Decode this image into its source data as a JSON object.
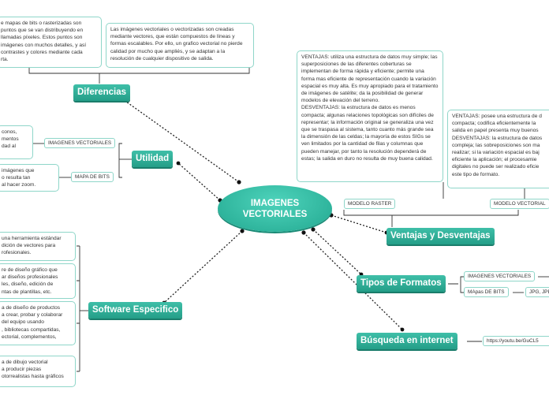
{
  "central": {
    "label": "IMAGENES\nVECTORIALES"
  },
  "diferencias": {
    "title": "Diferencias",
    "bitmap_text": "e mapas de bits o rasterizadas son\npuntos que se van distribuyendo en\n llamadas píxeles. Estos puntos son\nimágenes con muchos detalles, y así\n contrastes y colores mediante cada\nrta.",
    "vector_text": "Las imágenes vectoriales o vectorizadas son creadas mediante vectores, que están compuestos de líneas y formas escalables. Por ello, un grafico vectorial no pierde calidad por mucho que ampliés, y se adaptan a la resolución de cualquier dispositivo de salida."
  },
  "utilidad": {
    "title": "Utilidad",
    "vector_tag": "IMAGENES VECTORIALES",
    "bitmap_tag": "MAPA DE BITS",
    "vector_text": "conos,\nmentos\ndad al",
    "bitmap_text": "imágenes que\no resulta tan\nal hacer zoom."
  },
  "ventajas": {
    "title": "Ventajas y Desventajas",
    "raster_tag": "MODELO RASTER",
    "vector_tag": "MODELO VECTORIAL",
    "raster_text": "VENTAJAS: utiliza una estructura de datos muy simple; las superposiciones de las diferentes coberturas se implementan de forma rápida y eficiente; permite una forma mas eficiente de representación cuando la variación espacial es muy alta. Es muy apropiado para el tratamiento de imágenes de satélite; da la posibilidad de generar modelos de elevación del terreno.\nDESVENTAJAS: la estructura de datos es menos compacta; algunas relaciones topológicas  son difíciles de representar; la información original se generaliza una vez que se traspasa al sistema, tanto cuanto más grande sea la dimensión de las celdas; la mayoría de estos SIGs se ven limitados por la cantidad de filas y columnas que pueden manejar, por tanto la resolución dependerá de estas; la salida en duro no resulta de muy buena calidad.",
    "vector_text": "VENTAJAS: posee una estructura de d\ncompacta; codifica eficientemente la\nsalida en papel presenta muy buenos\nDESVENTAJAS: la estructura de datos\ncompleja; las sobreposiciones son ma\nrealizar; si la variación espacial es baj\neficiente la aplicación; el procesamie\ndigitales no puede ser realizado eficie\neste tipo de formato."
  },
  "tipos": {
    "title": "Tipos de Formatos",
    "vector_tag": "IMAGENES VECTORIALES",
    "bitmap_tag": "MApas DE BITS",
    "bitmap_formats": "JPG, JPE"
  },
  "busqueda": {
    "title": "Búsqueda en internet",
    "link": "https://youtu.be/GuCL5"
  },
  "software": {
    "title": "Software Especifico",
    "items": [
      "una herramienta estándar\ndición de vectores para\nrofesionales.",
      "re de diseño gráfico que\nar diseños profesionales\nles, diseño, edición de\nntas de plantillas, etc.",
      "a de diseño de productos\na crear, probar y colaborar\n del equipo usando\n, bibliotecas compartidas,\nectorial, complementos,",
      "a de dibujo vectorial\n a producir piezas\notorrealistas hasta gráficos"
    ]
  },
  "colors": {
    "accent": "#2bae96",
    "border": "#8fd6c9",
    "line": "#111111"
  }
}
